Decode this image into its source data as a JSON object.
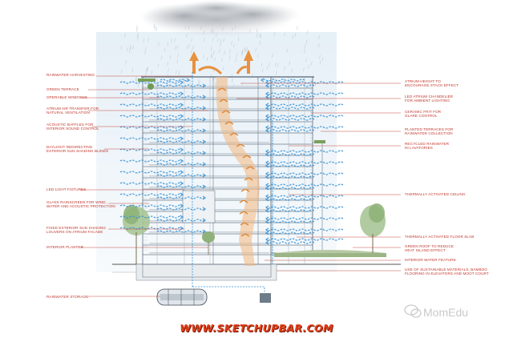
{
  "colors": {
    "label": "#c0362c",
    "leader": "#c0362c",
    "air": "#2f8fd6",
    "atrium": "#e89a52",
    "structure": "#6e7b88",
    "tree": "#8fb27a",
    "footer": "#e0401b"
  },
  "labels_left": [
    "RAINWATER HARVESTING",
    "GREEN TERRACE",
    "OPERABLE WINDOWS",
    "ATRIUM AIR TRANSFER FOR\nNATURAL VENTILATION",
    "ACOUSTIC BAFFLES FOR\nINTERIOR SOUND CONTROL",
    "DAYLIGHT REDIRECTING\nEXTERIOR SUN SHADING BLINDS",
    "LED LIGHT FIXTURES",
    "GLASS RAINSCREEN FOR WIND,\nWATER AND ACOUSTIC PROTECTION",
    "FIXED EXTERIOR SUN SHADING\nLOUVERS ON ATRIUM FACADE",
    "INTERIOR PLANTER",
    "RAINWATER STORAGE"
  ],
  "labels_right": [
    "ATRIUM HEIGHT TO\nENCOURAGE STACK EFFECT",
    "LED ATRIUM CHANDELIER\nFOR AMBIENT LIGHTING",
    "CERAMIC FRIT FOR\nGLARE CONTROL",
    "PLANTED TERRACES FOR\nRAINWATER COLLECTION",
    "RECYCLED RAINWATER\nIN LAVATORIES",
    "THERMALLY ACTIVATED CEILING",
    "THERMALLY ACTIVATED FLOOR SLAB",
    "GREEN ROOF TO REDUCE\nHEAT ISLAND EFFECT",
    "INTERIOR WATER FEATURE",
    "USE OF SUSTAINABLE MATERIALS, BAMBOO\nFLOORING IN ELEVATORS AND MOOT COURT"
  ],
  "watermark": "MomEdu",
  "footer": "WWW.SKETCHUPBAR.COM"
}
